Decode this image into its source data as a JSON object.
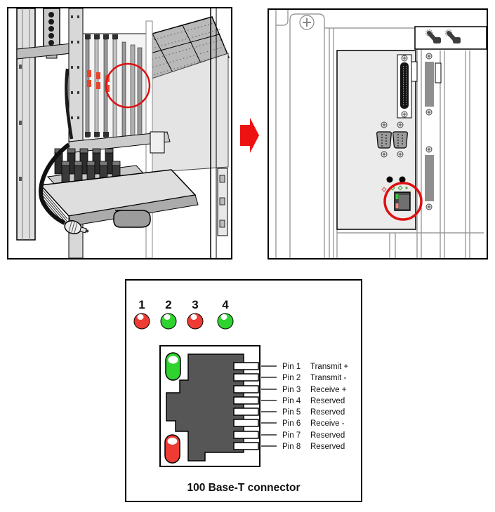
{
  "colors": {
    "highlight_red": "#dd1111",
    "arrow_red": "#ee1111",
    "status_led_green": "#33cc33",
    "status_led_pink": "#f08a8a"
  },
  "diagram": {
    "leds": [
      {
        "label": "1",
        "color": "#ee3b33"
      },
      {
        "label": "2",
        "color": "#2fd32f"
      },
      {
        "label": "3",
        "color": "#ee3b33"
      },
      {
        "label": "4",
        "color": "#2fd32f"
      }
    ],
    "jack": {
      "top_led_color": "#2fd32f",
      "bottom_led_color": "#ee3b33"
    },
    "pinout": [
      {
        "pin": "Pin 1",
        "signal": "Transmit +"
      },
      {
        "pin": "Pin 2",
        "signal": "Transmit -"
      },
      {
        "pin": "Pin 3",
        "signal": "Receive +"
      },
      {
        "pin": "Pin 4",
        "signal": "Reserved"
      },
      {
        "pin": "Pin 5",
        "signal": "Reserved"
      },
      {
        "pin": "Pin 6",
        "signal": "Receive -"
      },
      {
        "pin": "Pin 7",
        "signal": "Reserved"
      },
      {
        "pin": "Pin 8",
        "signal": "Reserved"
      }
    ],
    "caption": "100 Base-T connector"
  }
}
